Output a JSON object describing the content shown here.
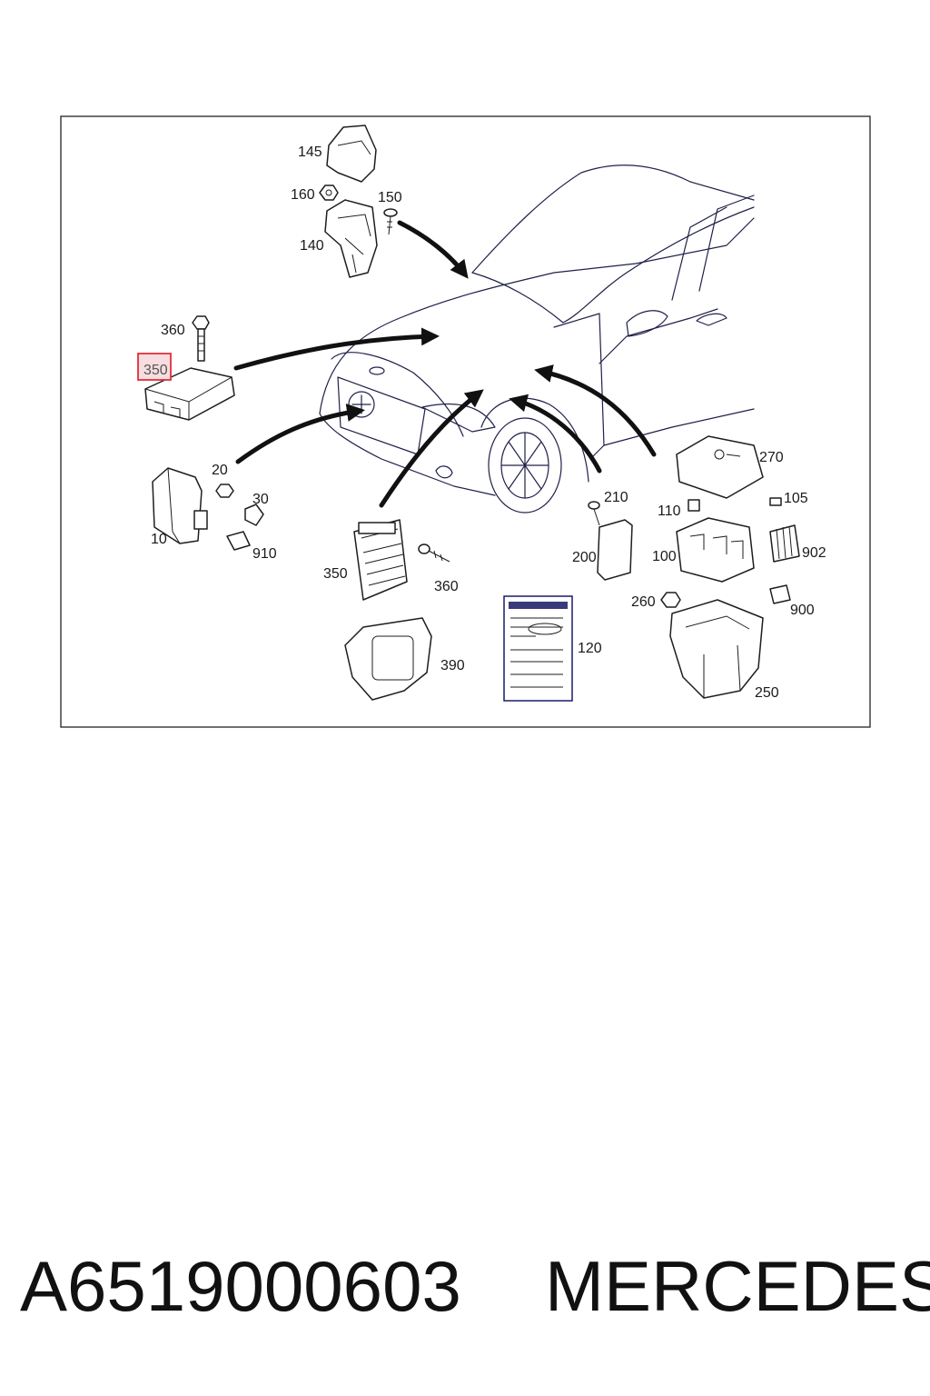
{
  "diagram": {
    "callouts": {
      "c145": "145",
      "c160": "160",
      "c150": "150",
      "c140": "140",
      "c360a": "360",
      "c350a": "350",
      "c20": "20",
      "c30": "30",
      "c10": "10",
      "c910": "910",
      "c350b": "350",
      "c360b": "360",
      "c390": "390",
      "c120": "120",
      "c210": "210",
      "c200": "200",
      "c270": "270",
      "c110": "110",
      "c105": "105",
      "c100": "100",
      "c902": "902",
      "c260": "260",
      "c900": "900",
      "c250": "250"
    },
    "highlighted_callout": "350",
    "highlight_color": "#e0303a",
    "line_color": "#1e1e1e"
  },
  "caption": {
    "part_number": "A6519000603",
    "brand": "MERCEDES"
  }
}
